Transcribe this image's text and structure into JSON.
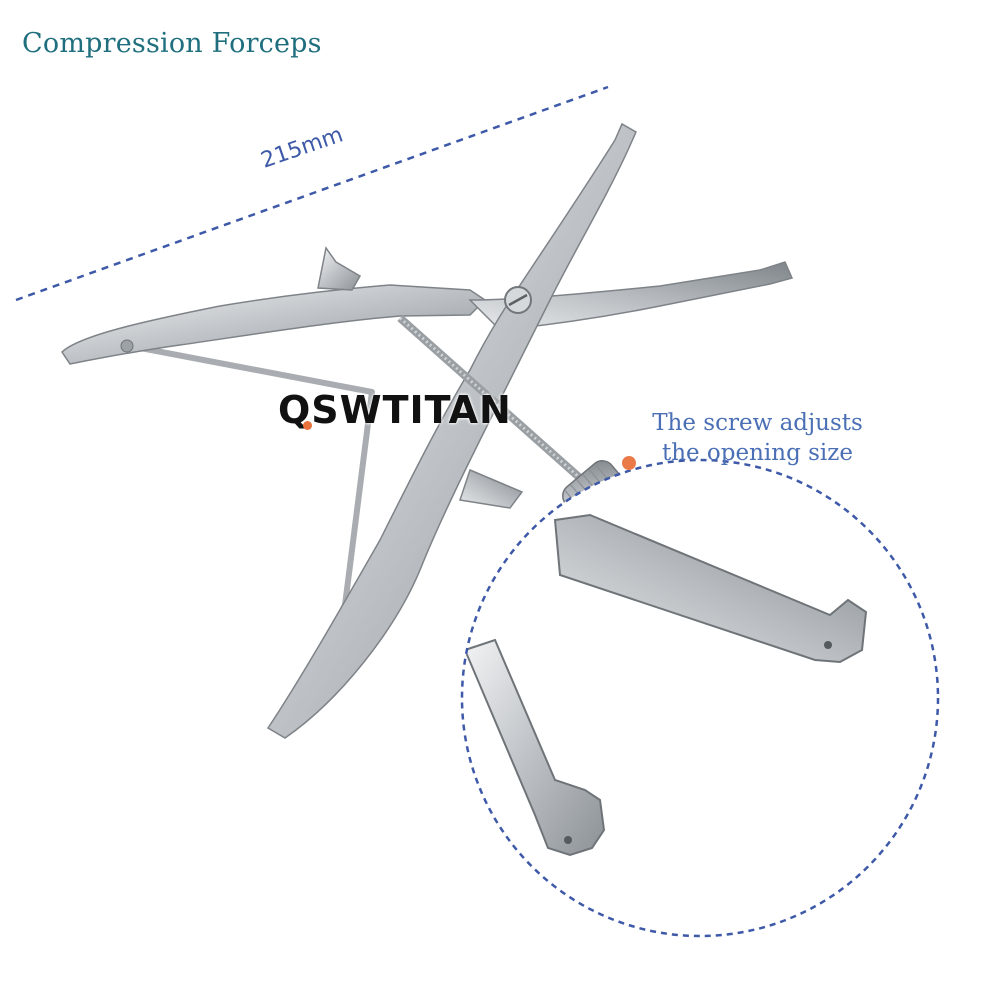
{
  "title": "Compression Forceps",
  "dimension": {
    "label": "215mm"
  },
  "brand": {
    "text": "QSWTITAN"
  },
  "note": {
    "line1": "The screw adjusts",
    "line2": "the opening size"
  },
  "colors": {
    "title": "#1f6f7e",
    "dimension": "#3d59a8",
    "note": "#4a6fb5",
    "accent": "#ea7b48",
    "steel": "#c9cdd1"
  },
  "icons": {
    "product": "compression-forceps-image",
    "detail": "forceps-tip-detail-image"
  }
}
